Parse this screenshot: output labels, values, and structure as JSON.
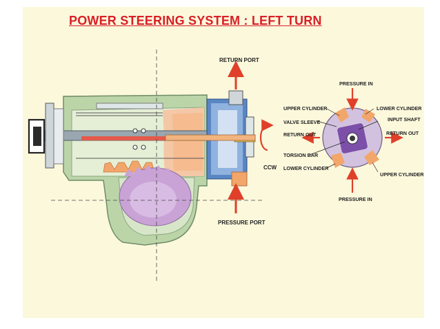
{
  "title": "POWER STEERING SYSTEM : LEFT TURN",
  "labels": {
    "return_port": "RETURN PORT",
    "pressure_port": "PRESSURE PORT",
    "ccw": "CCW",
    "upper_cylinder_left": "UPPER CYLINDER",
    "valve_sleeve": "VALVE SLEEVE",
    "return_out_left": "RETURN OUT",
    "torsion_bar": "TORSION BAR",
    "lower_cylinder_left": "LOWER CYLINDER",
    "pressure_in_top": "PRESSURE IN",
    "lower_cylinder_right": "LOWER CYLINDER",
    "input_shaft": "INPUT SHAFT",
    "return_out_right": "RETURN OUT",
    "upper_cylinder_right": "UPPER CYLINDER",
    "pressure_in_bottom": "PRESSURE IN"
  },
  "colors": {
    "title": "#d91f26",
    "arrow": "#e0402a",
    "housing": "#bcd5a8",
    "pressure_fluid": "#f2a66a",
    "sector_gear": "#c9a3d6",
    "valve_body": "#3b6fb3",
    "background": "#fbf8dc"
  }
}
